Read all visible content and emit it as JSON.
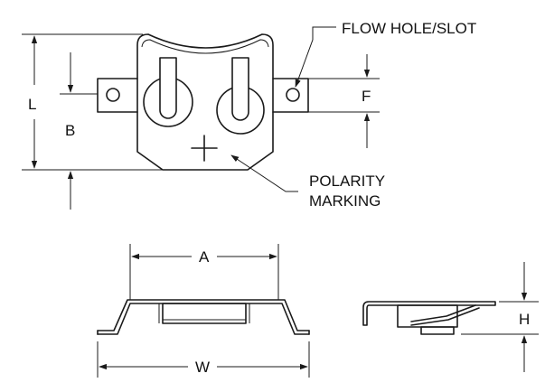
{
  "labels": {
    "L": "L",
    "B": "B",
    "F": "F",
    "A": "A",
    "W": "W",
    "H": "H",
    "flow_hole": "FLOW HOLE/SLOT",
    "polarity_line1": "POLARITY",
    "polarity_line2": "MARKING"
  },
  "colors": {
    "line": "#1a1a1a",
    "background": "#ffffff"
  }
}
